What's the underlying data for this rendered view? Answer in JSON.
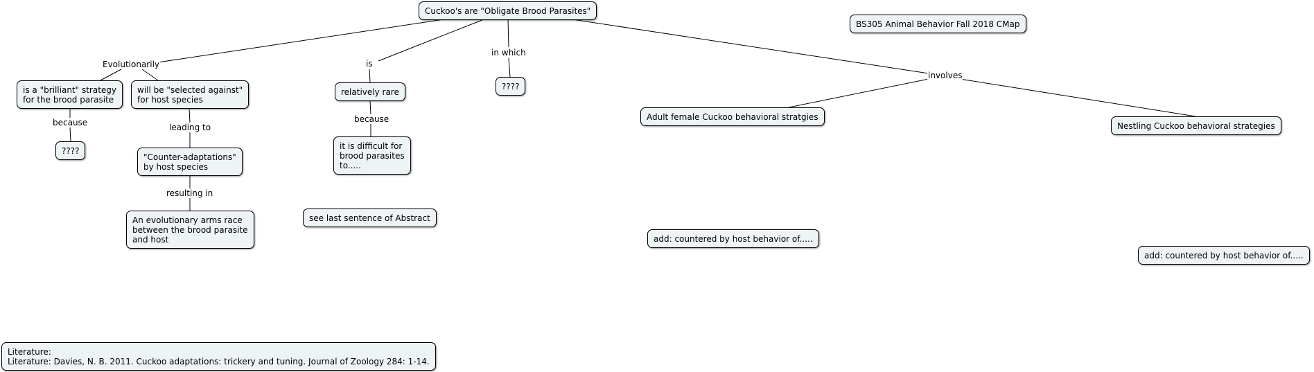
{
  "concepts": {
    "root": "Cuckoo's are \"Obligate Brood Parasites\"",
    "course_title": "BS305 Animal Behavior Fall 2018 CMap",
    "brilliant_strategy": "is a \"brilliant\" strategy\nfor the brood parasite",
    "selected_against": "will be \"selected against\"\nfor host species",
    "unknown_1": "????",
    "counter_adaptations": "\"Counter-adaptations\"\nby host species",
    "arms_race": "An evolutionary arms race\nbetween the brood parasite\nand host",
    "relatively_rare": "relatively rare",
    "difficult": "it is difficult for\nbrood parasites\nto.....",
    "see_abstract": "see last sentence of Abstract",
    "unknown_2": "????",
    "adult_female": "Adult female Cuckoo behavioral stratgies",
    "nestling": "Nestling Cuckoo behavioral strategies",
    "add_countered_1": "add: countered by host behavior of.....",
    "add_countered_2": "add: countered by host behavior of.....",
    "literature": "Literature:\nLiterature:  Davies, N. B. 2011.  Cuckoo adaptations: trickery and tuning.  Journal of Zoology 284: 1-14."
  },
  "linking_phrases": {
    "evolutionarily": "Evolutionarily",
    "is": "is",
    "in_which": "in which",
    "involves": "involves",
    "because_1": "because",
    "leading_to": "leading to",
    "resulting_in": "resulting in",
    "because_2": "because"
  }
}
